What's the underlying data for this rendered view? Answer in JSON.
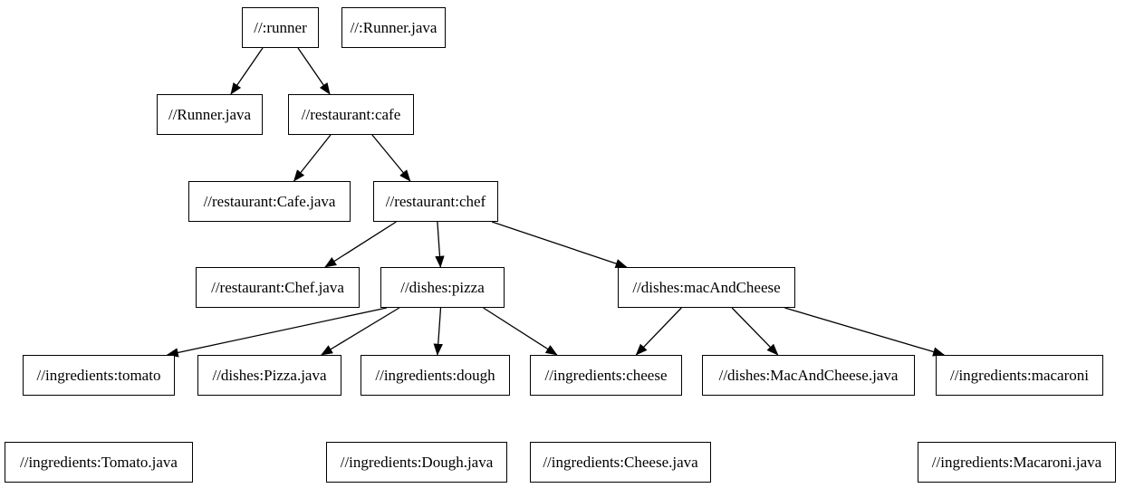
{
  "diagram": {
    "type": "dependency-graph",
    "description": "Build target dependency tree of boxed labels connected by arrows",
    "colors": {
      "background": "#ffffff",
      "node_fill": "#ffffff",
      "node_border": "#000000",
      "text": "#000000",
      "edge": "#000000"
    },
    "nodes": [
      {
        "id": "runner",
        "label": "//:runner"
      },
      {
        "id": "runner_java_root",
        "label": "//:Runner.java"
      },
      {
        "id": "runner_java",
        "label": "//Runner.java"
      },
      {
        "id": "cafe",
        "label": "//restaurant:cafe"
      },
      {
        "id": "cafe_java",
        "label": "//restaurant:Cafe.java"
      },
      {
        "id": "chef",
        "label": "//restaurant:chef"
      },
      {
        "id": "chef_java",
        "label": "//restaurant:Chef.java"
      },
      {
        "id": "pizza",
        "label": "//dishes:pizza"
      },
      {
        "id": "macandcheese",
        "label": "//dishes:macAndCheese"
      },
      {
        "id": "tomato",
        "label": "//ingredients:tomato"
      },
      {
        "id": "pizza_java",
        "label": "//dishes:Pizza.java"
      },
      {
        "id": "dough",
        "label": "//ingredients:dough"
      },
      {
        "id": "cheese",
        "label": "//ingredients:cheese"
      },
      {
        "id": "macandcheese_java",
        "label": "//dishes:MacAndCheese.java"
      },
      {
        "id": "macaroni",
        "label": "//ingredients:macaroni"
      },
      {
        "id": "tomato_java",
        "label": "//ingredients:Tomato.java"
      },
      {
        "id": "dough_java",
        "label": "//ingredients:Dough.java"
      },
      {
        "id": "cheese_java",
        "label": "//ingredients:Cheese.java"
      },
      {
        "id": "macaroni_java",
        "label": "//ingredients:Macaroni.java"
      }
    ],
    "edges": [
      {
        "from": "runner",
        "to": "runner_java"
      },
      {
        "from": "runner",
        "to": "cafe"
      },
      {
        "from": "cafe",
        "to": "cafe_java"
      },
      {
        "from": "cafe",
        "to": "chef"
      },
      {
        "from": "chef",
        "to": "chef_java"
      },
      {
        "from": "chef",
        "to": "pizza"
      },
      {
        "from": "chef",
        "to": "macandcheese"
      },
      {
        "from": "pizza",
        "to": "tomato"
      },
      {
        "from": "pizza",
        "to": "pizza_java"
      },
      {
        "from": "pizza",
        "to": "dough"
      },
      {
        "from": "pizza",
        "to": "cheese"
      },
      {
        "from": "macandcheese",
        "to": "cheese"
      },
      {
        "from": "macandcheese",
        "to": "macandcheese_java"
      },
      {
        "from": "macandcheese",
        "to": "macaroni"
      }
    ]
  }
}
